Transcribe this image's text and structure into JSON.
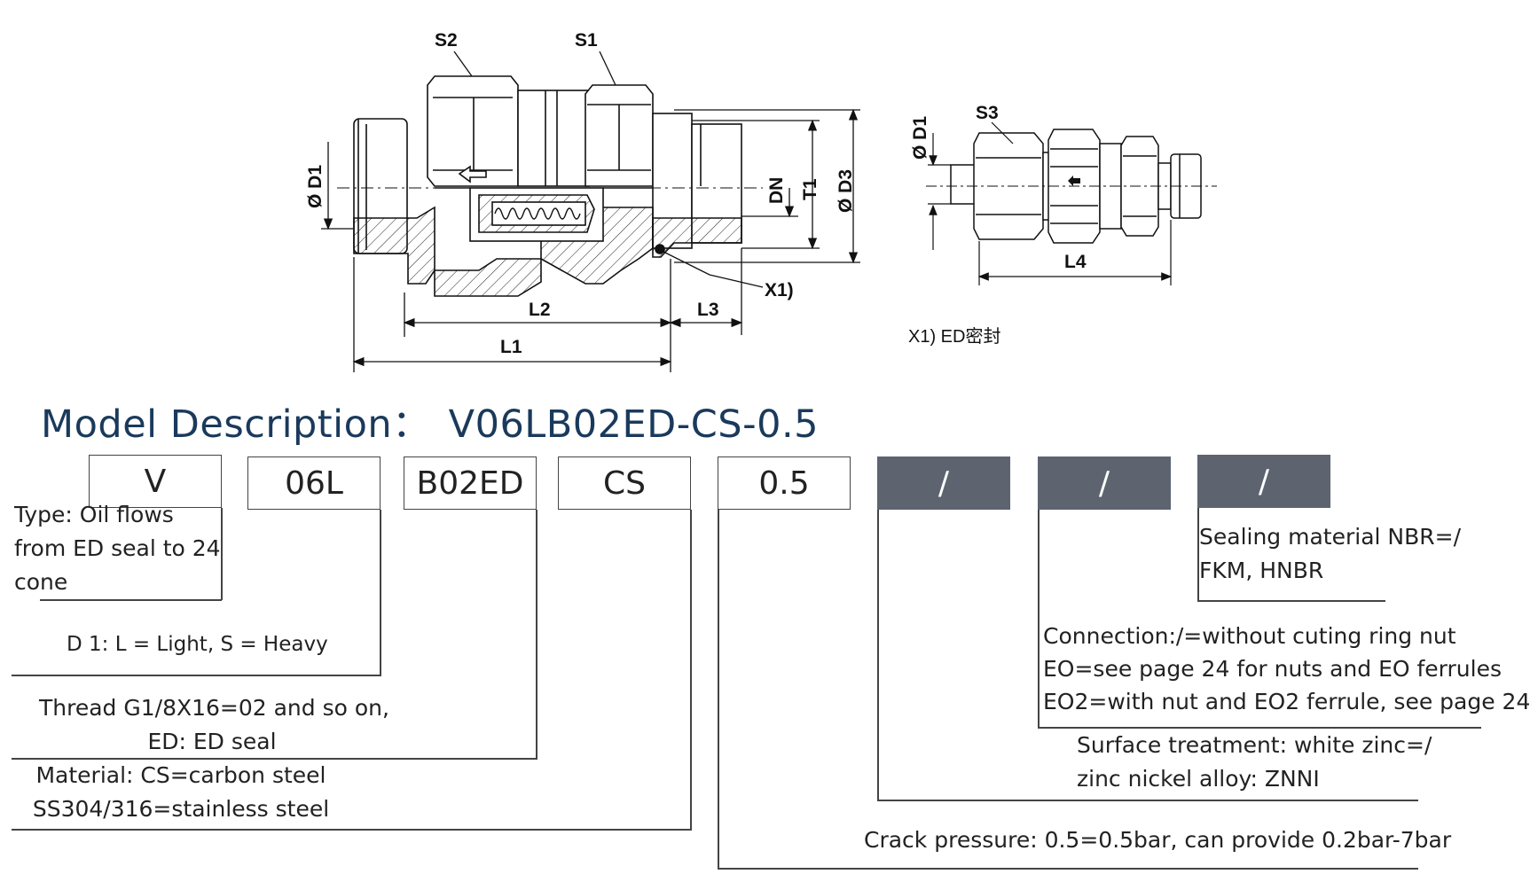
{
  "drawing": {
    "left_labels": {
      "s2": "S2",
      "s1": "S1",
      "d1": "Ø D1",
      "dn": "DN",
      "t1": "T1",
      "d3": "Ø D3",
      "x1": "X1)",
      "l1": "L1",
      "l2": "L2",
      "l3": "L3"
    },
    "right_labels": {
      "d1": "Ø D1",
      "s3": "S3",
      "l4": "L4"
    },
    "note": "X1) ED密封"
  },
  "title": {
    "prefix": "Model Description：",
    "model": "V06LB02ED-CS-0.5"
  },
  "codes": [
    "V",
    "06L",
    "B02ED",
    "CS",
    "0.5",
    "/",
    "/",
    "/"
  ],
  "desc": {
    "type_1": "Type: Oil flows",
    "type_2": "from ED seal to 24",
    "type_3": "cone",
    "d1": "D 1: L = Light, S = Heavy",
    "thread_1": "Thread G1/8X16=02 and so on,",
    "thread_2": "ED: ED seal",
    "material_1": "Material: CS=carbon steel",
    "material_2": "SS304/316=stainless steel",
    "sealing_1": "Sealing material NBR=/",
    "sealing_2": "FKM, HNBR",
    "connection_1": "Connection:/=without cuting ring nut",
    "connection_2": "EO=see page 24 for nuts and EO ferrules",
    "connection_3": "EO2=with nut and EO2 ferrule, see page 24",
    "surface_1": "Surface treatment: white zinc=/",
    "surface_2": "zinc nickel alloy: ZNNI",
    "crack": "Crack pressure: 0.5=0.5bar, can provide 0.2bar-7bar"
  }
}
